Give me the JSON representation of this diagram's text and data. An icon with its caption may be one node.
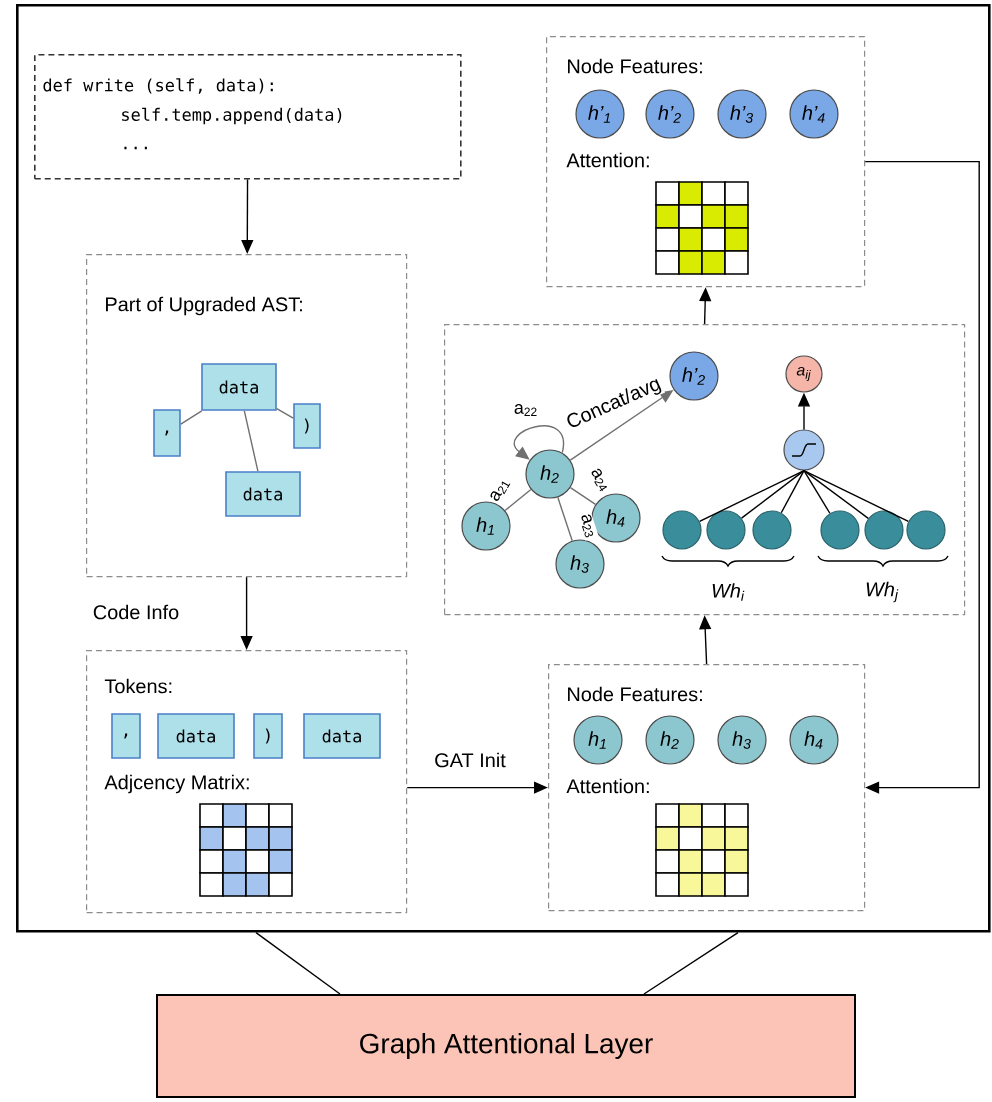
{
  "diagram": {
    "nodes": [
      {
        "text": [],
        "shape": "box"
      },
      {
        "text": [
          "def write (self, data):",
          "self.temp.append(data)",
          "..."
        ],
        "in": 0
      },
      {
        "text": [
          "Part of Upgraded AST:"
        ],
        "in": 0
      },
      {
        "text": [
          "data"
        ],
        "in": 2
      },
      {
        "text": [
          ","
        ],
        "in": 2
      },
      {
        "text": [
          ")"
        ],
        "in": 2
      },
      {
        "text": [
          "data"
        ],
        "in": 2
      },
      {
        "text": [
          "Tokens:",
          "Adjcency Matrix:"
        ],
        "in": 0
      },
      {
        "text": [
          ","
        ],
        "in": 7
      },
      {
        "text": [
          "data"
        ],
        "in": 7
      },
      {
        "text": [
          ")"
        ],
        "in": 7
      },
      {
        "text": [
          "data"
        ],
        "in": 7
      },
      {
        "text": [
          "Node Features:",
          "Attention:"
        ],
        "in": 0
      },
      {
        "text": [
          "h$_{1}$"
        ],
        "in": 12
      },
      {
        "text": [
          "h$_{2}$"
        ],
        "in": 12
      },
      {
        "text": [
          "h$_{3}$"
        ],
        "in": 12
      },
      {
        "text": [
          "h$_{4}$"
        ],
        "in": 12
      },
      {
        "text": [],
        "shape": "box",
        "in": 0
      },
      {
        "text": [
          "h$_{2}$"
        ],
        "in": 17
      },
      {
        "text": [
          "h$_{1}$"
        ],
        "in": 17
      },
      {
        "text": [
          "h$_{3}$"
        ],
        "in": 17
      },
      {
        "text": [
          "h$_{4}$"
        ],
        "in": 17
      },
      {
        "text": [
          "h’$_{2}$"
        ],
        "in": 17
      },
      {
        "text": [
          "a$_{ij}$"
        ],
        "in": 17
      },
      {
        "text": [],
        "shape": "circle",
        "in": 17
      },
      {
        "text": [],
        "shape": "circle",
        "in": 17
      },
      {
        "text": [],
        "shape": "circle",
        "in": 17
      },
      {
        "text": [],
        "shape": "circle",
        "in": 17
      },
      {
        "text": [],
        "shape": "circle",
        "in": 17
      },
      {
        "text": [],
        "shape": "circle",
        "in": 17
      },
      {
        "text": [],
        "shape": "circle",
        "in": 17
      },
      {
        "text": [
          "Node Features:",
          "Attention:"
        ],
        "in": 0
      },
      {
        "text": [
          "h’$_{1}$"
        ],
        "in": 31
      },
      {
        "text": [
          "h’$_{2}$"
        ],
        "in": 31
      },
      {
        "text": [
          "h’$_{3}$"
        ],
        "in": 31
      },
      {
        "text": [
          "h’$_{4}$"
        ],
        "in": 31
      },
      {
        "text": [
          "Graph Attentional Layer"
        ]
      }
    ],
    "edges": [
      {
        "from": 1,
        "to": 2,
        "arrow": "to"
      },
      {
        "from": 2,
        "to": 7,
        "arrow": "to",
        "label": "Code Info"
      },
      {
        "from": 7,
        "to": 12,
        "arrow": "to",
        "label": "GAT Init"
      },
      {
        "from": 12,
        "to": 17,
        "arrow": "to"
      },
      {
        "from": 17,
        "to": 31,
        "arrow": "to"
      },
      {
        "from": 31,
        "to": 12,
        "arrow": "to"
      },
      {
        "from": 3,
        "to": 4,
        "arrow": "none",
        "color": "#707070"
      },
      {
        "from": 3,
        "to": 5,
        "arrow": "none",
        "color": "#707070"
      },
      {
        "from": 3,
        "to": 6,
        "arrow": "none",
        "color": "#707070"
      },
      {
        "from": 18,
        "to": 19,
        "arrow": "none",
        "label": "a$_{21}$",
        "color": "#707070"
      },
      {
        "from": 18,
        "to": 18,
        "arrow": "to",
        "label": "a$_{22}$",
        "color": "#707070"
      },
      {
        "from": 18,
        "to": 20,
        "arrow": "none",
        "label": "a$_{23}$",
        "color": "#707070"
      },
      {
        "from": 18,
        "to": 21,
        "arrow": "none",
        "label": "a$_{24}$",
        "color": "#707070"
      },
      {
        "from": 18,
        "to": 22,
        "arrow": "to",
        "label": "Concat/avg",
        "color": "#707070"
      },
      {
        "from": 24,
        "to": 23,
        "arrow": "to"
      },
      {
        "from": 25,
        "to": 24,
        "arrow": "none"
      },
      {
        "from": 26,
        "to": 24,
        "arrow": "none"
      },
      {
        "from": 27,
        "to": 24,
        "arrow": "none"
      },
      {
        "from": 28,
        "to": 24,
        "arrow": "none"
      },
      {
        "from": 29,
        "to": 24,
        "arrow": "none"
      },
      {
        "from": 30,
        "to": 24,
        "arrow": "none"
      },
      {
        "from": 0,
        "to": 36,
        "arrow": "none"
      },
      {
        "from": 0,
        "to": 36,
        "arrow": "none"
      }
    ],
    "labels": [
      "Wh$_{i}$",
      "Wh$_{j}$"
    ]
  }
}
